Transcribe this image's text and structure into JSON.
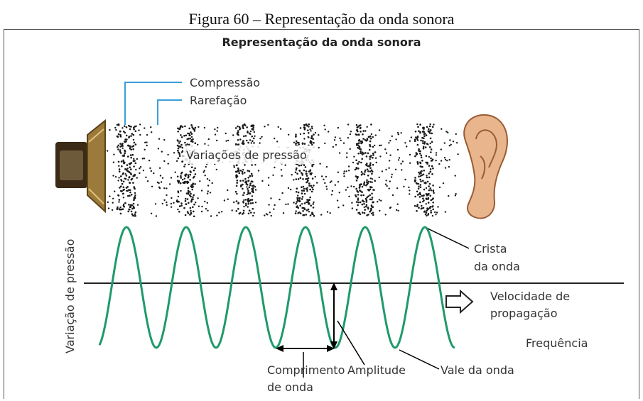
{
  "caption": "Figura 60 – Representação da onda sonora",
  "diagram": {
    "title": "Representação da onda sonora",
    "labels": {
      "compression": "Compressão",
      "rarefaction": "Rarefação",
      "pressure_variations": "Variações de pressão",
      "y_axis": "Variação de pressão",
      "crest_line1": "Crista",
      "crest_line2": "da onda",
      "velocity_line1": "Velocidade de",
      "velocity_line2": "propagação",
      "frequency": "Frequência",
      "wavelength_line1": "Comprimento",
      "wavelength_line2": "de onda",
      "amplitude": "Amplitude",
      "trough": "Vale da onda"
    },
    "colors": {
      "wave": "#1f9a6a",
      "dots": "#1a1a1a",
      "ear": "#d9a57f",
      "speaker": "#7a5a2a",
      "leader_lines": "#3aa0d8"
    }
  }
}
